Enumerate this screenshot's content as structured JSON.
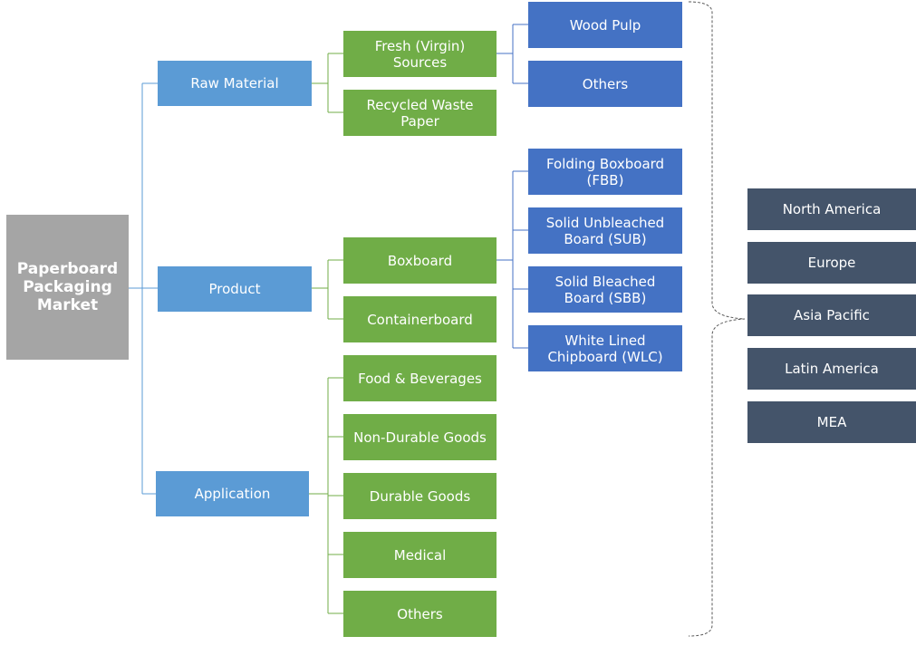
{
  "diagram": {
    "root": "Paperboard\nPackaging\nMarket",
    "segments": {
      "raw_material": {
        "label": "Raw Material",
        "fresh_virgin_sources": "Fresh (Virgin)\nSources",
        "recycled_waste_paper": "Recycled Waste\nPaper",
        "wood_pulp": "Wood Pulp",
        "others": "Others"
      },
      "product": {
        "label": "Product",
        "boxboard": "Boxboard",
        "containerboard": "Containerboard",
        "fbb": "Folding Boxboard\n(FBB)",
        "sub": "Solid Unbleached\nBoard (SUB)",
        "sbb": "Solid Bleached\nBoard (SBB)",
        "wlc": "White Lined\nChipboard (WLC)"
      },
      "application": {
        "label": "Application",
        "items": [
          "Food & Beverages",
          "Non-Durable Goods",
          "Durable Goods",
          "Medical",
          "Others"
        ]
      }
    },
    "regions": [
      "North America",
      "Europe",
      "Asia Pacific",
      "Latin America",
      "MEA"
    ]
  },
  "colors": {
    "root": "#a5a5a5",
    "level1": "#5b9bd5",
    "level2": "#70ad47",
    "level3": "#4472c4",
    "region": "#44546a",
    "connector_blue": "#5b9bd5",
    "connector_green": "#70ad47",
    "connector_darkblue": "#4472c4",
    "bracket": "#595959"
  }
}
